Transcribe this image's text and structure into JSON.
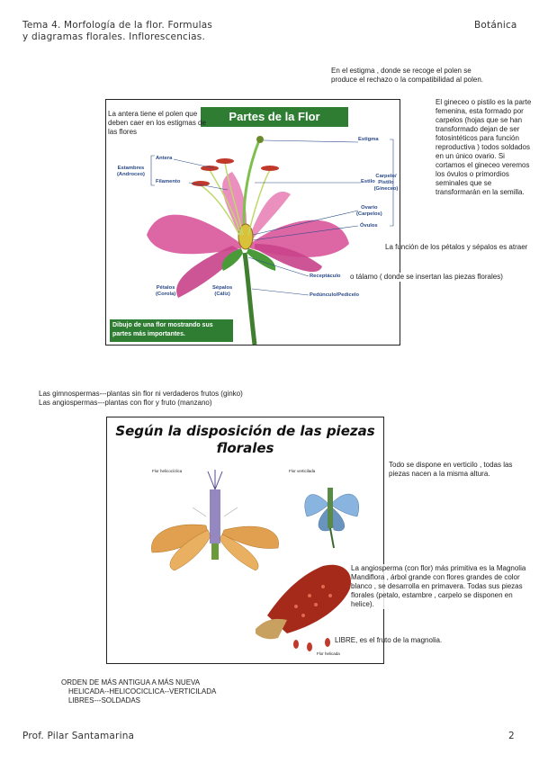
{
  "header": {
    "title_line1": "Tema 4. Morfología de la flor. Formulas",
    "title_line2": "y diagramas florales. Inflorescencias.",
    "subject": "Botánica"
  },
  "notes": {
    "estigma": "En el estigma , donde se recoge el polen se produce el rechazo o la compatibilidad al polen.",
    "gineceo": "El gineceo o pistilo es la parte femenina, esta formado por carpelos (hojas que se han transformado dejan de ser fotosintéticos para función reproductiva ) todos soldados en un único ovario. Si cortamos el gineceo veremos los óvulos o primordios seminales que se transformarán en la semilla.",
    "petalos": "La función de los pétalos y sépalos es atraer",
    "talamo": "o tálamo ( donde se insertan las piezas florales)",
    "antera": "La antera tiene el polen que deben caer en los estigmas de las flores",
    "gimnospermas": "Las gimnospermas---plantas sin flor ni verdaderos frutos (ginko)",
    "angiospermas": "Las angiospermas---plantas con flor y fruto (manzano)",
    "verticilo": "Todo se dispone en verticilo , todas las piezas nacen a la misma altura.",
    "magnolia": "La angiosperma (con flor) más primitiva es la Magnolia Mandiflora , árbol grande con flores grandes de color blanco , se desarrolla en primavera. Todas sus piezas  florales (petalo, estambre , carpelo se disponen en helice).",
    "libre": "LIBRE, es el fruto de la magnolia.",
    "orden_line1": "ORDEN DE MÁS ANTIGUA A MÁS NUEVA",
    "orden_line2": "HELICADA--HELICOCICLICA--VERTICILADA",
    "orden_line3": "LIBRES---SOLDADAS"
  },
  "figure1": {
    "title": "Partes de la Flor",
    "caption": "Dibujo de una flor mostrando sus partes más importantes.",
    "labels": {
      "estigma": "Estigma",
      "antera": "Antera",
      "estambres": "Estambres",
      "androceo": "(Androceo)",
      "filamento": "Filamento",
      "estilo": "Estilo",
      "carpelo": "Carpelo/",
      "pistilo": "Pistilo",
      "gineceo": "(Gineceo)",
      "ovario": "Ovario",
      "carpelos": "(Carpelos)",
      "ovulos": "Óvulos",
      "receptaculo": "Receptáculo",
      "pedunculo": "Pedúnculo/Pedicelo",
      "petalos": "Pétalos",
      "corola": "(Corola)",
      "sepalos": "Sépalos",
      "caliz": "(Cáliz)"
    }
  },
  "figure2": {
    "title_line1": "Según la disposición de las piezas",
    "title_line2": "florales",
    "labels": {
      "flor_helicociclica": "Flor helicocíclica",
      "flor_verticilada": "Flor verticilada",
      "flor_helicada": "Flor helicada"
    }
  },
  "footer": {
    "author": "Prof. Pilar Santamarina",
    "page": "2"
  },
  "colors": {
    "title_green": "#2e7d32",
    "label_blue": "#2a4a8a",
    "petal_pink": "#d9559a",
    "magnolia_red": "#a52a1a"
  }
}
